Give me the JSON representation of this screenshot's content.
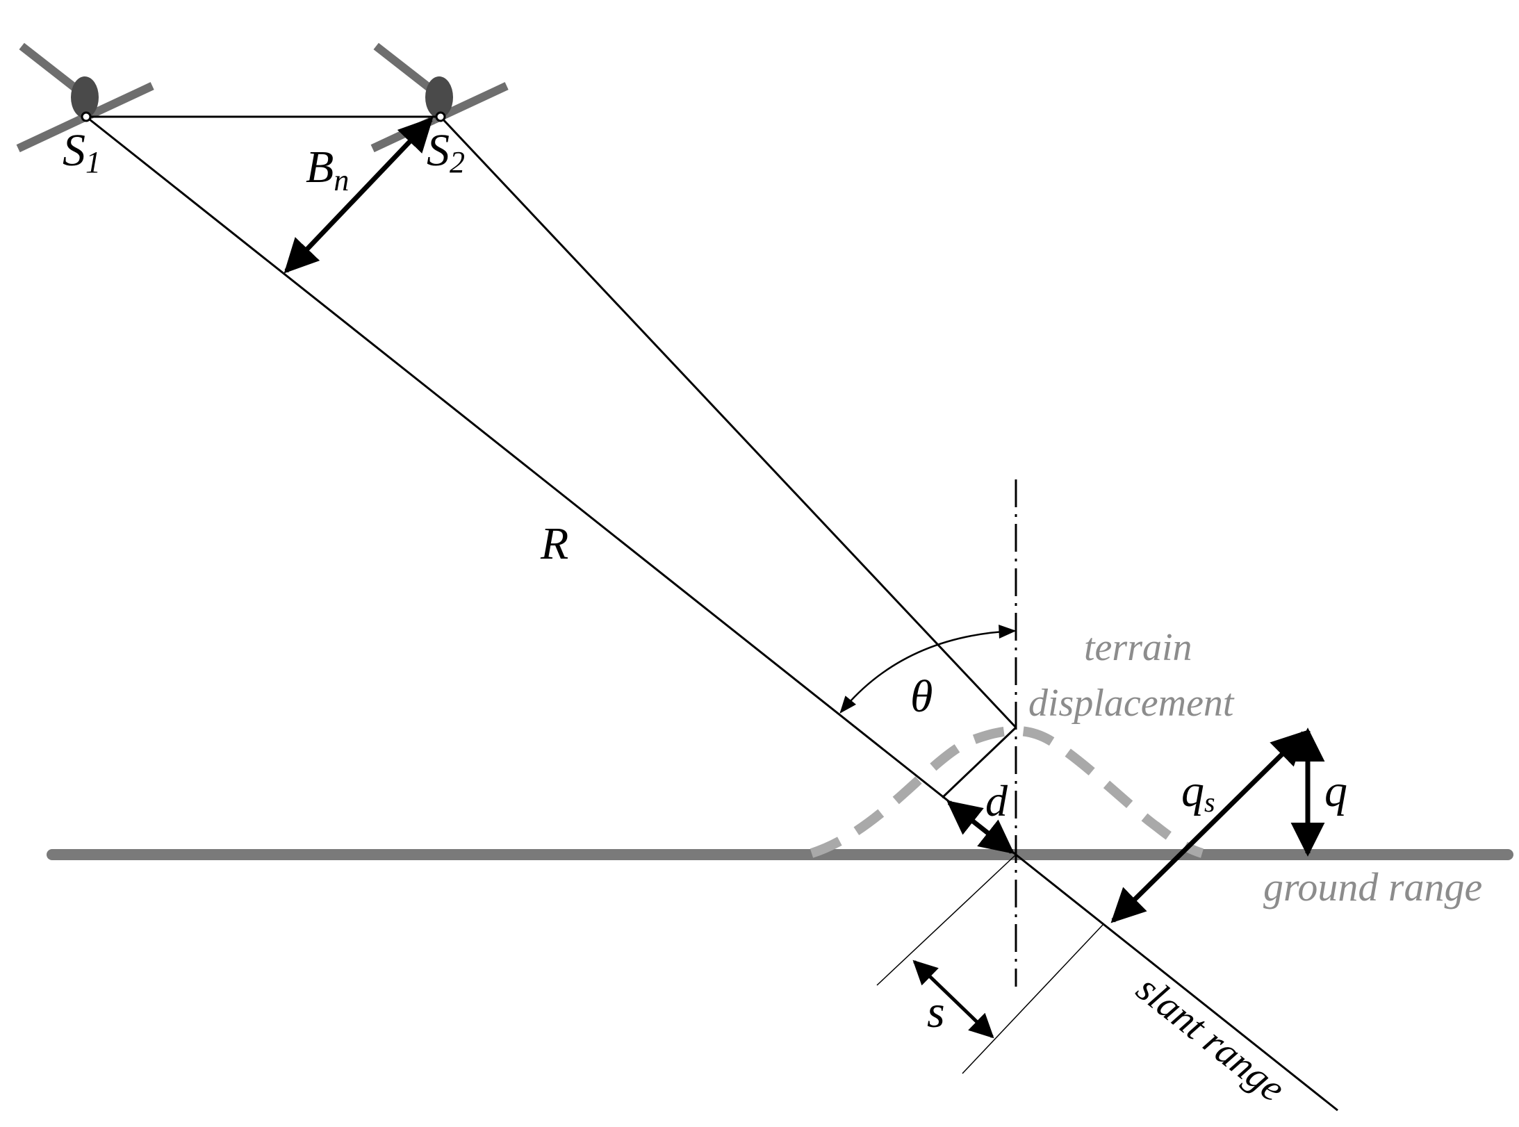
{
  "labels": {
    "s1": "S",
    "s1_sub": "1",
    "s2": "S",
    "s2_sub": "2",
    "bn": "B",
    "bn_sub": "n",
    "r": "R",
    "theta": "θ",
    "d": "d",
    "terrain_line1": "terrain",
    "terrain_line2": "displacement",
    "qs": "q",
    "qs_sub": "s",
    "q": "q",
    "ground_range": "ground range",
    "slant_range": "slant range",
    "s": "s"
  },
  "colors": {
    "line": "#000000",
    "ground": "#7a7a7a",
    "terrain": "#a9a9a9",
    "annotation": "#8c8c8c",
    "satellite_panel": "#6e6e6e",
    "satellite_body": "#4a4a4a"
  }
}
